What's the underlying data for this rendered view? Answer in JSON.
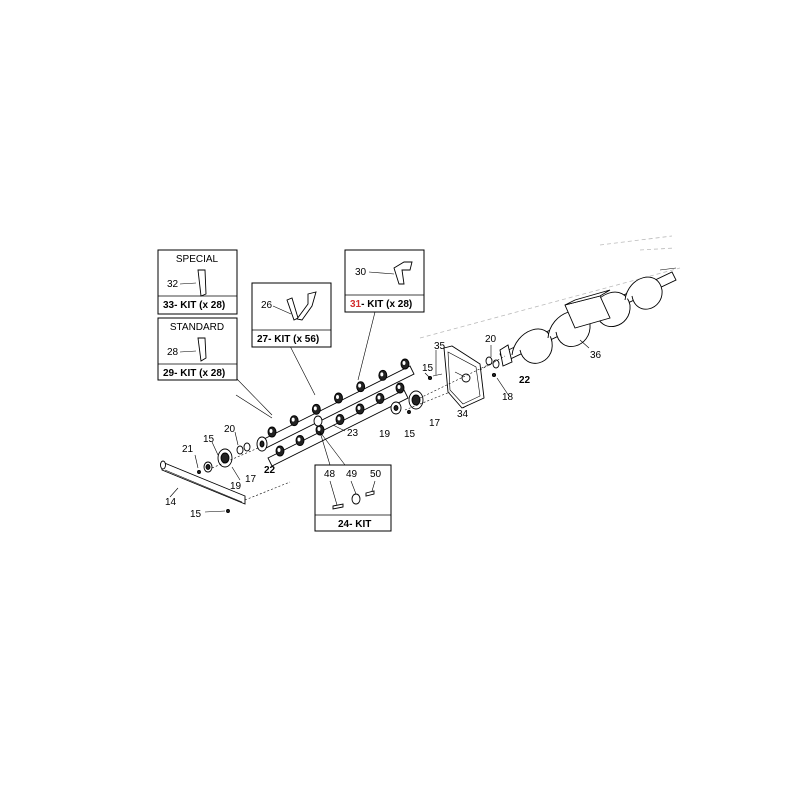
{
  "boxes": {
    "special": {
      "title": "SPECIAL",
      "part": "32",
      "kit_number": "33",
      "kit_text": "- KIT (x 28)"
    },
    "standard": {
      "title": "STANDARD",
      "part": "28",
      "kit_number": "29",
      "kit_text": "- KIT (x 28)"
    },
    "kit27": {
      "part": "26",
      "kit_number": "27",
      "kit_text": "- KIT (x 56)"
    },
    "kit31": {
      "part": "30",
      "kit_number": "31",
      "kit_number_color": "#d32f2f",
      "kit_text": "- KIT (x 28)"
    },
    "kit24": {
      "parts": [
        "48",
        "49",
        "50"
      ],
      "kit_number": "24",
      "kit_text": "- KIT"
    }
  },
  "callouts": {
    "c14": "14",
    "c15a": "15",
    "c21": "21",
    "c15b": "15",
    "c20a": "20",
    "c19a": "19",
    "c17a": "17",
    "c22a": "22",
    "c23": "23",
    "c19b": "19",
    "c15c": "15",
    "c17b": "17",
    "c35": "35",
    "c15d": "15",
    "c34": "34",
    "c20b": "20",
    "c22b": "22",
    "c18": "18",
    "c36": "36"
  }
}
